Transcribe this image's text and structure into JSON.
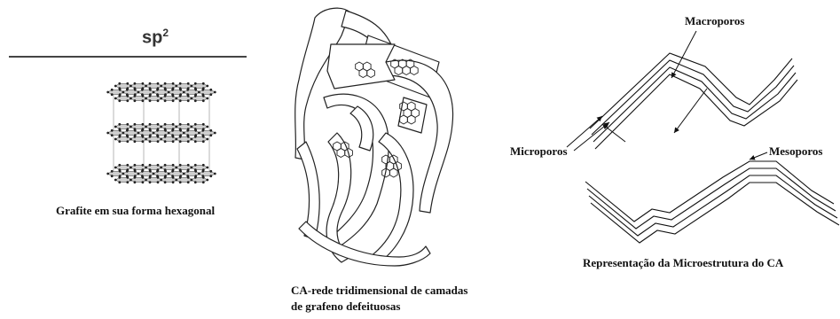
{
  "graphite": {
    "hybridization": "sp",
    "hybridization_superscript": "2",
    "caption": "Grafite em sua forma hexagonal"
  },
  "activated_carbon": {
    "caption_line1": "CA-rede tridimensional de camadas",
    "caption_line2": "de grafeno defeituosas"
  },
  "microstructure": {
    "label_macro": "Macroporos",
    "label_micro": "Microporos",
    "label_meso": "Mesoporos",
    "caption": "Representação da Microestrutura do CA"
  }
}
